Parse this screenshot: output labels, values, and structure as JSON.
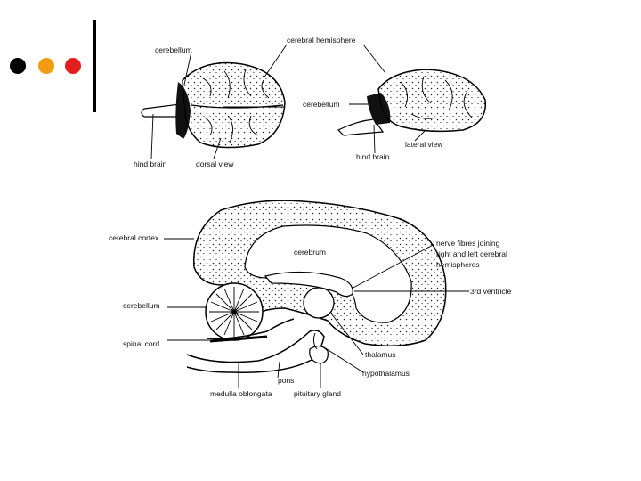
{
  "theme": {
    "dot_colors": [
      "#000000",
      "#f39c12",
      "#e41e1e"
    ],
    "ink": "#111111"
  },
  "labels": {
    "top_left_cerebellum": "cerebellum",
    "cerebral_hemisphere": "cerebral hemisphere",
    "top_right_cerebellum": "cerebellum",
    "hind_brain_left": "hind brain",
    "dorsal_view": "dorsal view",
    "hind_brain_right": "hind brain",
    "lateral_view": "lateral view",
    "cerebral_cortex": "cerebral cortex",
    "cerebrum": "cerebrum",
    "nerve_fibres_1": "nerve fibres joining",
    "nerve_fibres_2": "right and left cerebral",
    "nerve_fibres_3": "hemispheres",
    "third_ventricle": "3rd ventricle",
    "cerebellum_sagittal": "cerebellum",
    "spinal_cord": "spinal cord",
    "thalamus": "thalamus",
    "hypothalamus": "hypothalamus",
    "pons": "pons",
    "medulla_oblongata": "medulla oblongata",
    "pituitary_gland": "pituitary gland"
  }
}
